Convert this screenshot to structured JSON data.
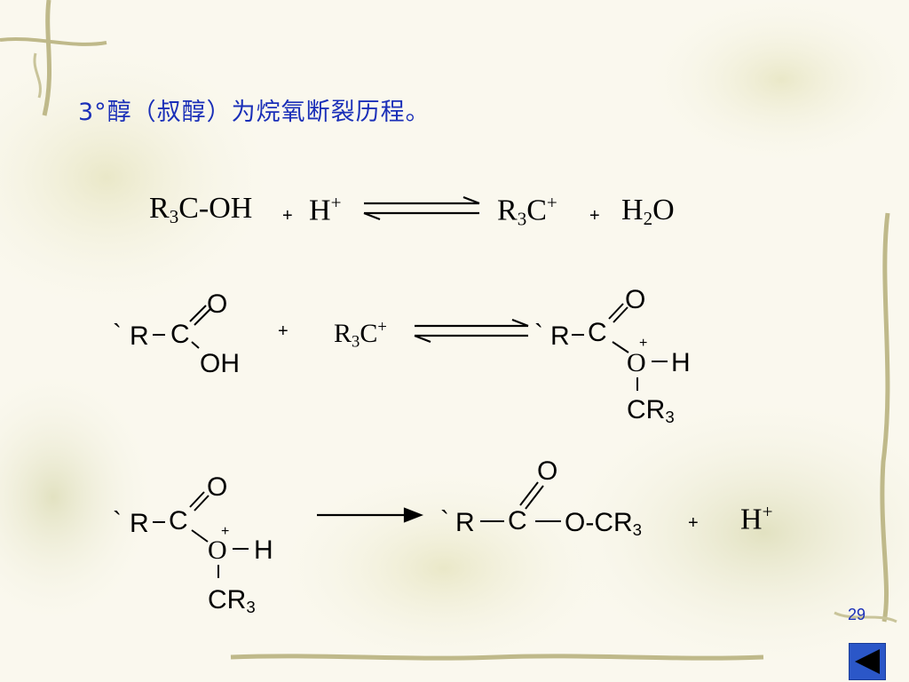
{
  "title": "3°醇（叔醇）为烷氧断裂历程。",
  "reaction1": {
    "reactant": "R3C-OH",
    "reactant_parts": {
      "a": "R",
      "sub": "3",
      "b": "C-OH"
    },
    "plus": "+",
    "proton": {
      "base": "H",
      "sup": "+"
    },
    "product": {
      "a": "R",
      "sub": "3",
      "b": "C",
      "sup": "+"
    },
    "plus2": "+",
    "water": {
      "a": "H",
      "sub": "2",
      "b": "O"
    }
  },
  "reaction2": {
    "acid": {
      "prefix": "`",
      "r": "R",
      "c": "C",
      "o_dbl": "O",
      "oh": "OH"
    },
    "plus": "+",
    "cation": {
      "a": "R",
      "sub": "3",
      "b": "C",
      "sup": "+"
    },
    "product": {
      "prefix": "`",
      "r": "R",
      "c": "C",
      "o_dbl": "O",
      "o_charge": "+",
      "o": "O",
      "h": "H",
      "cr": "CR",
      "cr_sub": "3"
    }
  },
  "reaction3": {
    "reactant": {
      "prefix": "`",
      "r": "R",
      "c": "C",
      "o_dbl": "O",
      "o_charge": "+",
      "o": "O",
      "h": "H",
      "cr": "CR",
      "cr_sub": "3"
    },
    "ester": {
      "prefix": "`",
      "r": "R",
      "c": "C",
      "o_dbl": "O",
      "o": "O",
      "cr": "-CR",
      "cr_sub": "3"
    },
    "plus": "+",
    "proton": {
      "base": "H",
      "sup": "+"
    }
  },
  "page_number": "29",
  "nav": {
    "icon": "back-arrow-icon"
  },
  "colors": {
    "title": "#1a2fb8",
    "background": "#faf8ee",
    "vine": "#bfb98a",
    "button": "#2b57c8"
  }
}
